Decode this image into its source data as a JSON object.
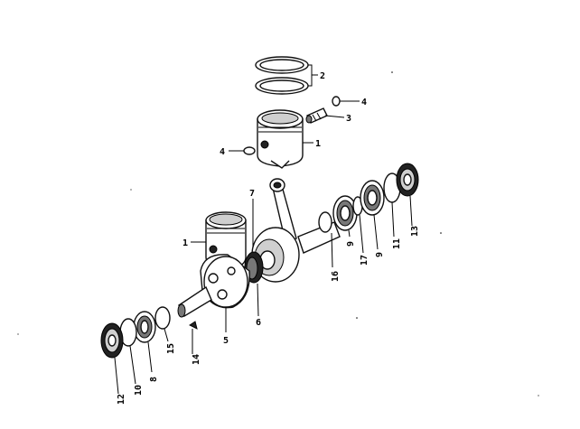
{
  "diagram": {
    "callouts": [
      {
        "id": "c-2a",
        "text": "2"
      },
      {
        "id": "c-4a",
        "text": "4"
      },
      {
        "id": "c-3",
        "text": "3"
      },
      {
        "id": "c-1a",
        "text": "1"
      },
      {
        "id": "c-4b",
        "text": "4"
      },
      {
        "id": "c-7",
        "text": "7"
      },
      {
        "id": "c-1b",
        "text": "1"
      },
      {
        "id": "c-16",
        "text": "16"
      },
      {
        "id": "c-9a",
        "text": "9"
      },
      {
        "id": "c-17",
        "text": "17"
      },
      {
        "id": "c-9b",
        "text": "9"
      },
      {
        "id": "c-11",
        "text": "11"
      },
      {
        "id": "c-13",
        "text": "13"
      },
      {
        "id": "c-6",
        "text": "6"
      },
      {
        "id": "c-5",
        "text": "5"
      },
      {
        "id": "c-14",
        "text": "14"
      },
      {
        "id": "c-15",
        "text": "15"
      },
      {
        "id": "c-8",
        "text": "8"
      },
      {
        "id": "c-10",
        "text": "10"
      },
      {
        "id": "c-12",
        "text": "12"
      }
    ]
  }
}
